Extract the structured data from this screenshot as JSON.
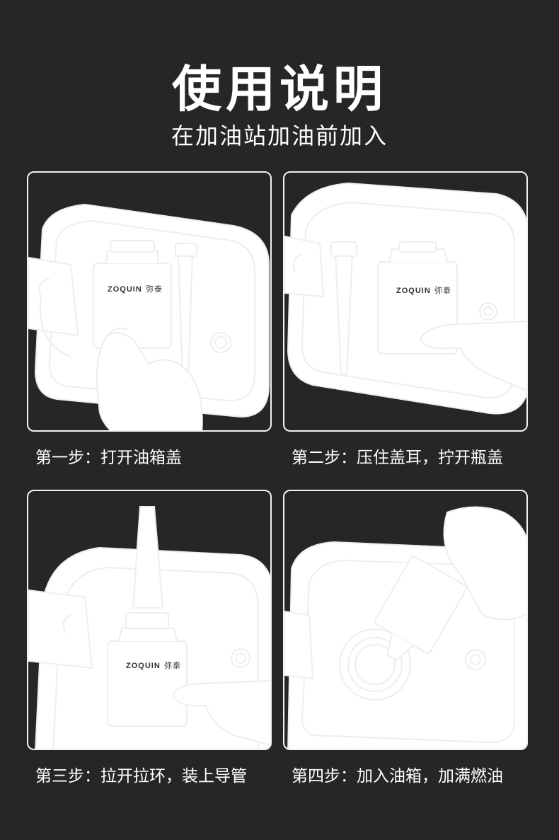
{
  "header": {
    "title": "使用说明",
    "subtitle": "在加油站加油前加入"
  },
  "brand": {
    "name": "ZOQUIN",
    "mark": "弥泰"
  },
  "steps": [
    {
      "caption": "第一步：打开油箱盖"
    },
    {
      "caption": "第二步：压住盖耳，拧开瓶盖"
    },
    {
      "caption": "第三步：拉开拉环，装上导管"
    },
    {
      "caption": "第四步：加入油箱，加满燃油"
    }
  ],
  "colors": {
    "background": "#262626",
    "line": "#f2f2f2",
    "text": "#ffffff"
  }
}
